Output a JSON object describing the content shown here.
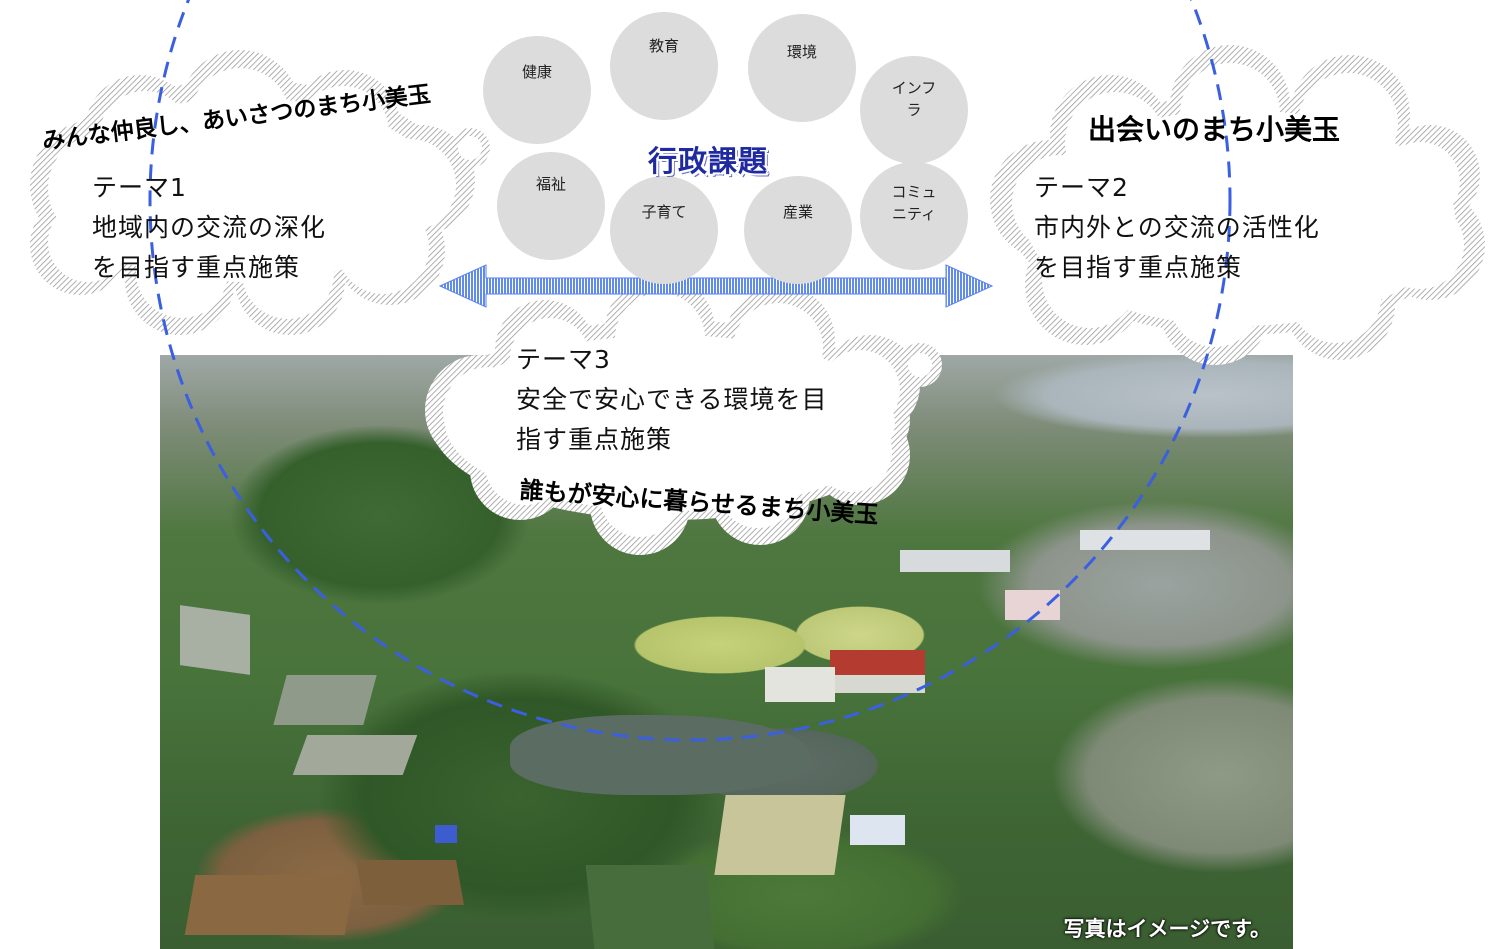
{
  "issues": {
    "title": "行政課題",
    "items": [
      {
        "label": "健康"
      },
      {
        "label": "教育"
      },
      {
        "label": "環境"
      },
      {
        "label": "インフ\nラ"
      },
      {
        "label": "福祉"
      },
      {
        "label": "子育て"
      },
      {
        "label": "産業"
      },
      {
        "label": "コミュ\nニティ"
      }
    ]
  },
  "themes": [
    {
      "heading": "テーマ1",
      "line1": "地域内の交流の深化",
      "line2": "を目指す重点施策",
      "slogan": "みんな仲良し、あいさつのまち小美玉"
    },
    {
      "heading": "テーマ2",
      "line1": "市内外との交流の活性化",
      "line2": "を目指す重点施策",
      "slogan": "出会いのまち小美玉"
    },
    {
      "heading": "テーマ3",
      "line1": "安全で安心できる環境を目",
      "line2": "指す重点施策",
      "slogan": "誰もが安心に暮らせるまち小美玉"
    }
  ],
  "photo": {
    "caption": "写真はイメージです。"
  },
  "colors": {
    "dashed_circle": "#3a5fe0",
    "arrow": "#3a6fe8",
    "issues_title": "#1f2aa0",
    "bubble": "#dcdcdc"
  }
}
